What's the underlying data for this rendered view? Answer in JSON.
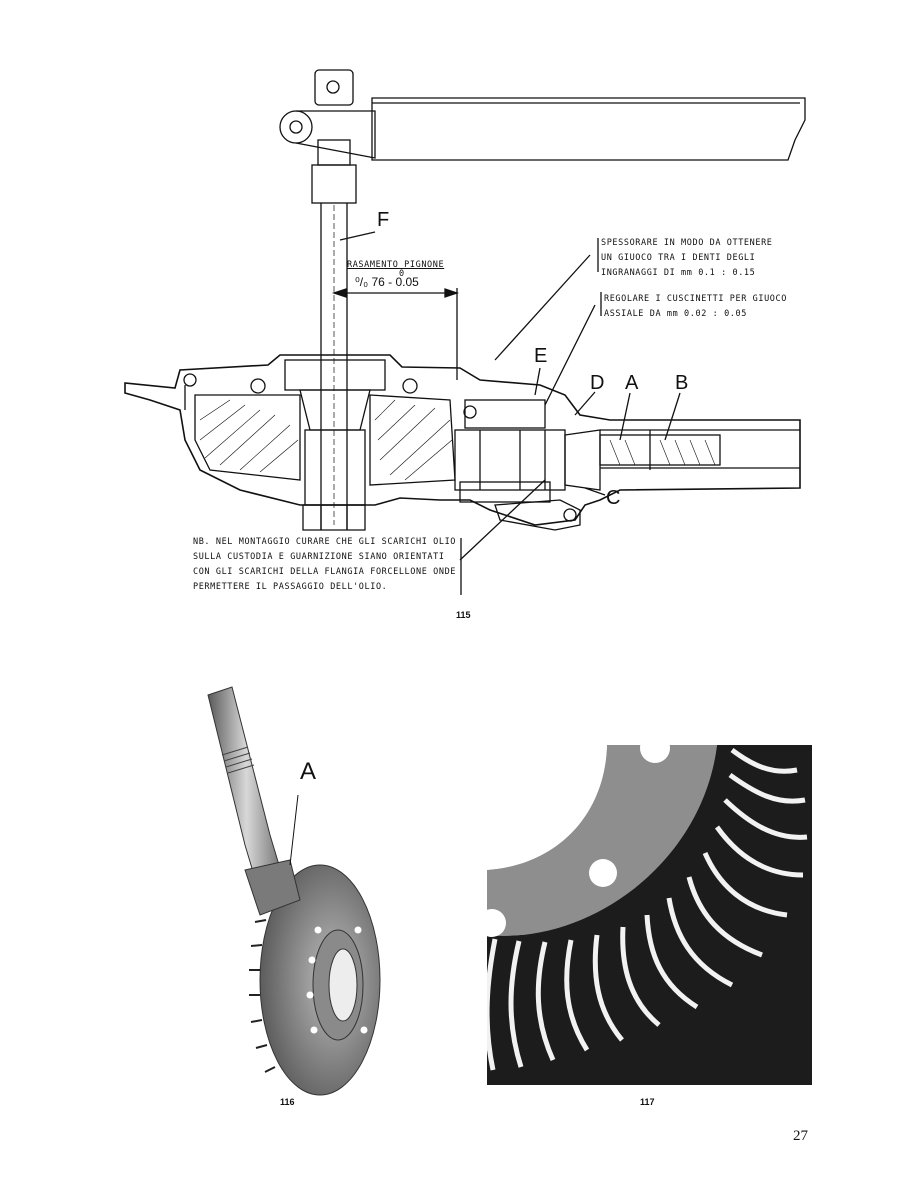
{
  "figure_115": {
    "caption": "115",
    "labels": {
      "F": "F",
      "E": "E",
      "D": "D",
      "A": "A",
      "B": "B",
      "C": "C"
    },
    "dimension": {
      "title": "RASAMENTO PIGNONE",
      "value": "76 - 0.05",
      "prefix": "⁰/₀",
      "zero": "0"
    },
    "note_shim": [
      "SPESSORARE IN MODO DA OTTENERE",
      "UN GIUOCO TRA I DENTI DEGLI",
      "INGRANAGGI DI mm 0.1 : 0.15"
    ],
    "note_bearings": [
      "REGOLARE I CUSCINETTI PER GIUOCO",
      "ASSIALE DA mm 0.02 : 0.05"
    ],
    "note_nb": [
      "NB. NEL MONTAGGIO CURARE CHE GLI SCARICHI OLIO",
      "SULLA CUSTODIA E GUARNIZIONE SIANO ORIENTATI",
      "CON GLI SCARICHI DELLA FLANGIA FORCELLONE ONDE",
      "PERMETTERE IL PASSAGGIO DELL'OLIO."
    ]
  },
  "figure_116": {
    "caption": "116",
    "label": "A"
  },
  "figure_117": {
    "caption": "117"
  },
  "page_number": "27"
}
